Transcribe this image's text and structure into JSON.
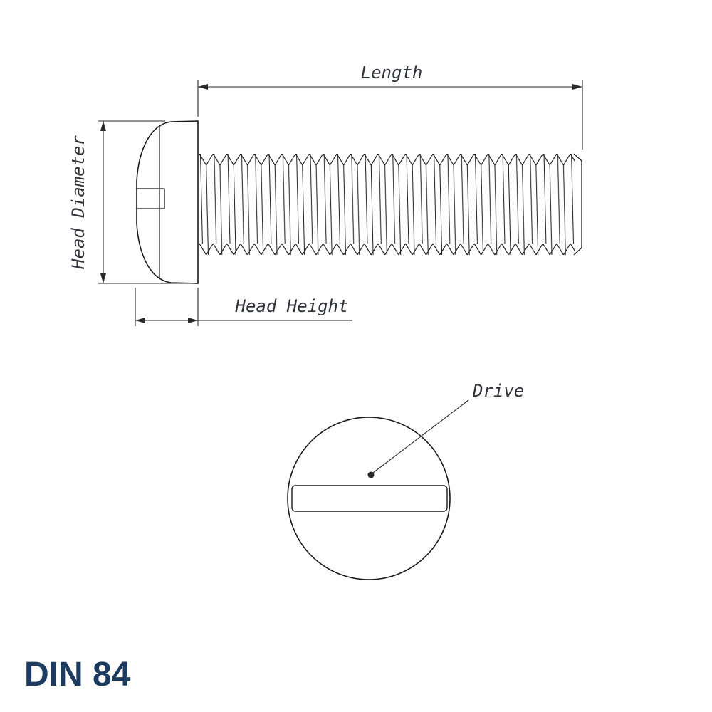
{
  "title": {
    "text": "DIN 84",
    "color": "#1d3a5f"
  },
  "labels": {
    "length": "Length",
    "head_diameter": "Head Diameter",
    "head_height": "Head Height",
    "drive": "Drive"
  },
  "colors": {
    "line": "#1a1a1a",
    "label": "#30343a"
  }
}
